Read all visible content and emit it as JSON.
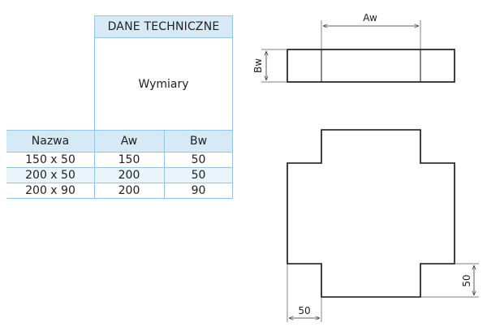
{
  "table": {
    "group_header": "DANE TECHNICZNE",
    "group_subheader": "Wymiary",
    "columns": [
      "Nazwa",
      "Aw",
      "Bw"
    ],
    "rows": [
      [
        "150 x 50",
        "150",
        "50"
      ],
      [
        "200 x 50",
        "200",
        "50"
      ],
      [
        "200 x 90",
        "200",
        "90"
      ]
    ]
  },
  "drawing": {
    "top_view": {
      "width_label": "Aw",
      "height_label": "Bw"
    },
    "plan_view": {
      "arm_height_label": "50",
      "arm_width_label": "50"
    }
  },
  "colors": {
    "header_fill": "#d6eaf6",
    "table_border": "#93c6e6",
    "alt_row_fill": "#eaf4fb",
    "line": "#111111"
  }
}
